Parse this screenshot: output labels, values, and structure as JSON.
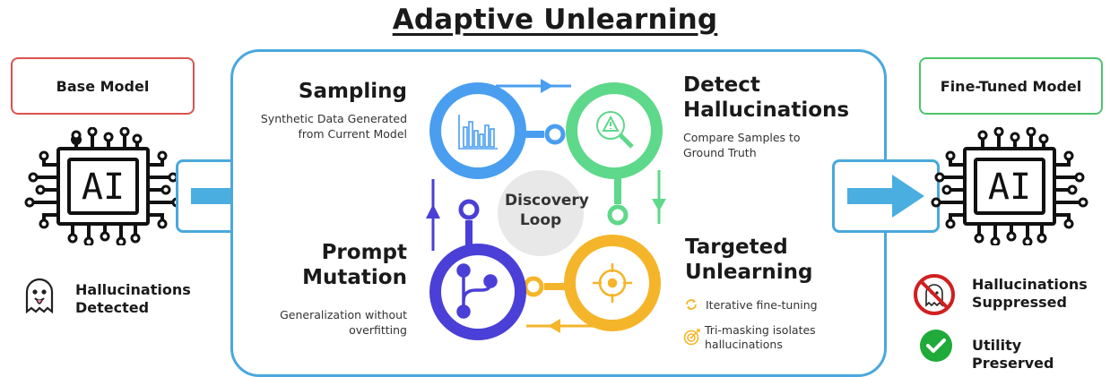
{
  "title": "Adaptive Unlearning",
  "base_model": {
    "label": "Base Model",
    "chip_text": "AI",
    "status": "Hallucinations Detected"
  },
  "fine_tuned_model": {
    "label": "Fine-Tuned Model",
    "chip_text": "AI",
    "status_suppressed": "Hallucinations Suppressed",
    "status_utility": "Utility Preserved"
  },
  "loop": {
    "center_label": "Discovery Loop",
    "stages": {
      "sampling": {
        "title": "Sampling",
        "description": "Synthetic Data Generated from Current Model",
        "color": "#4a9ef0"
      },
      "detect": {
        "title": "Detect Hallucinations",
        "description": "Compare Samples to Ground Truth",
        "color": "#5ed88a"
      },
      "targeted": {
        "title": "Targeted Unlearning",
        "color": "#f5b52a",
        "bullets": [
          "Iterative fine-tuning",
          "Tri-masking isolates hallucinations"
        ]
      },
      "prompt": {
        "title": "Prompt Mutation",
        "description": "Generalization without overfitting",
        "color": "#4a3fd6"
      }
    }
  },
  "colors": {
    "panel_border": "#4aa8dc",
    "arrow": "#4aaee0",
    "base_border": "#d9534f",
    "tuned_border": "#4cc46a",
    "check": "#1faa3a",
    "prohibit": "#d11f1f"
  }
}
